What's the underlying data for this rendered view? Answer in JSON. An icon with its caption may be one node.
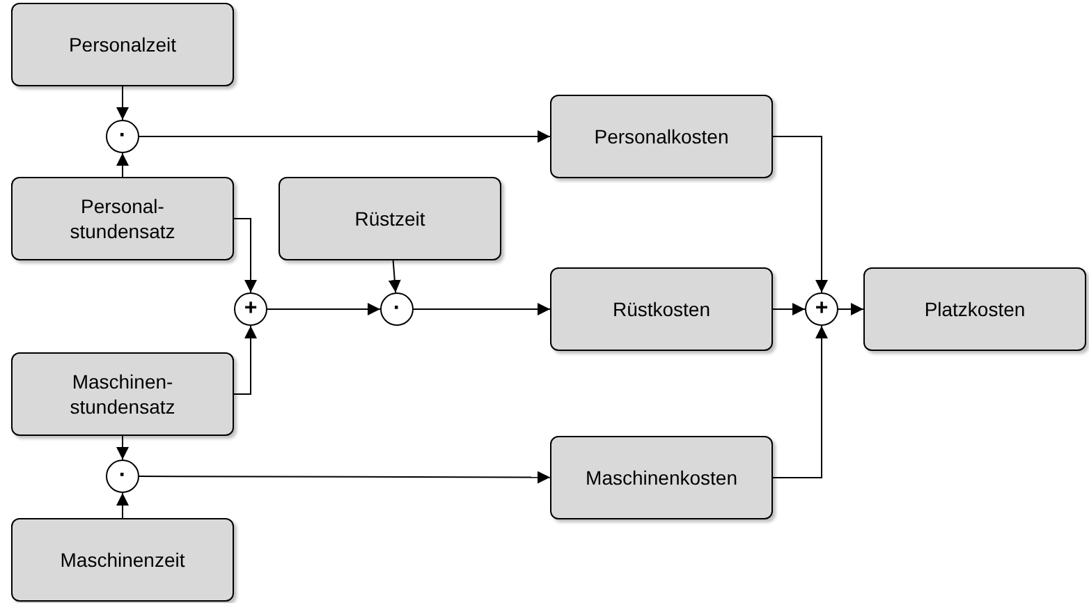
{
  "diagram": {
    "nodes": [
      {
        "text": [
          "Personalzeit"
        ]
      },
      {
        "text": [
          "·"
        ]
      },
      {
        "text": [
          "Personal- stundensatz"
        ]
      },
      {
        "text": [
          "Rüstzeit"
        ]
      },
      {
        "text": [
          "+"
        ]
      },
      {
        "text": [
          "·"
        ]
      },
      {
        "text": [
          "Personalkosten"
        ]
      },
      {
        "text": [
          "Rüstkosten"
        ]
      },
      {
        "text": [
          "+"
        ]
      },
      {
        "text": [
          "Platzkosten"
        ]
      },
      {
        "text": [
          "Maschinen- stundensatz"
        ]
      },
      {
        "text": [
          "·"
        ]
      },
      {
        "text": [
          "Maschinenkosten"
        ]
      },
      {
        "text": [
          "Maschinenzeit"
        ]
      }
    ],
    "edges": [
      {
        "from": 0,
        "to": 1,
        "arrow": "to"
      },
      {
        "from": 2,
        "to": 1,
        "arrow": "to"
      },
      {
        "from": 1,
        "to": 6,
        "arrow": "to"
      },
      {
        "from": 2,
        "to": 4,
        "arrow": "to"
      },
      {
        "from": 10,
        "to": 4,
        "arrow": "to"
      },
      {
        "from": 3,
        "to": 5,
        "arrow": "to"
      },
      {
        "from": 4,
        "to": 5,
        "arrow": "to"
      },
      {
        "from": 5,
        "to": 7,
        "arrow": "to"
      },
      {
        "from": 6,
        "to": 8,
        "arrow": "to"
      },
      {
        "from": 7,
        "to": 8,
        "arrow": "to"
      },
      {
        "from": 12,
        "to": 8,
        "arrow": "to"
      },
      {
        "from": 8,
        "to": 9,
        "arrow": "to"
      },
      {
        "from": 10,
        "to": 11,
        "arrow": "to"
      },
      {
        "from": 13,
        "to": 11,
        "arrow": "to"
      },
      {
        "from": 11,
        "to": 12,
        "arrow": "to"
      }
    ]
  }
}
